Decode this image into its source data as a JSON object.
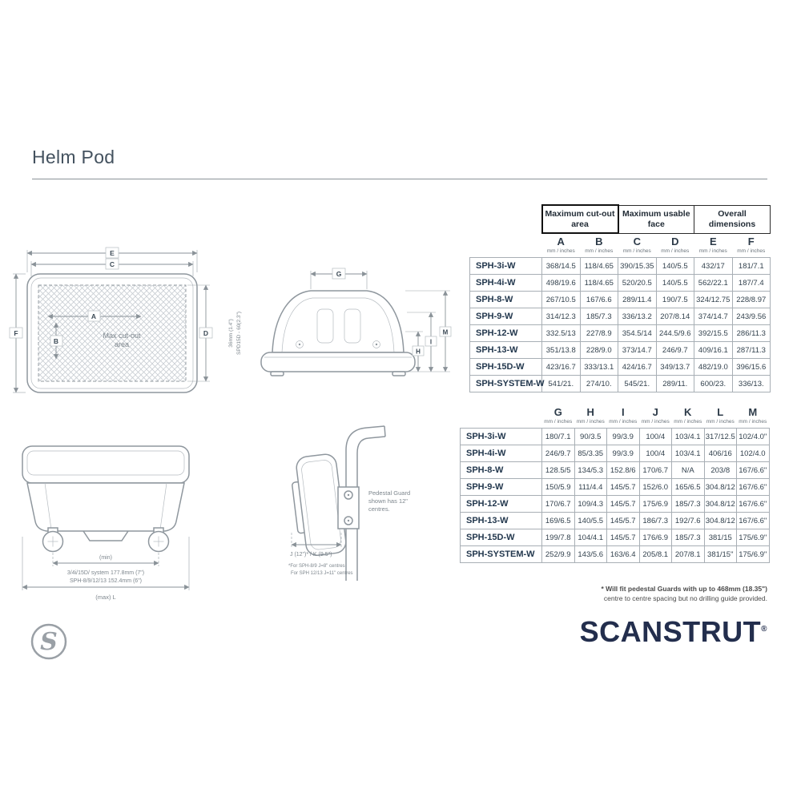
{
  "page": {
    "title": "Helm Pod",
    "brand": "SCANSTRUT",
    "brand_mark": "®",
    "footnote_line1": "* Will fit pedestal Guards with up to 468mm (18.35\")",
    "footnote_line2": "centre to centre spacing but no drilling guide provided."
  },
  "table1": {
    "group_headers": [
      "Maximum cut-out area",
      "Maximum usable face",
      "Overall dimensions"
    ],
    "columns": [
      "A",
      "B",
      "C",
      "D",
      "E",
      "F"
    ],
    "unit": "mm / inches",
    "rows": [
      {
        "model": "SPH-3i-W",
        "values": [
          "368/14.5",
          "118/4.65",
          "390/15.35",
          "140/5.5",
          "432/17",
          "181/7.1"
        ]
      },
      {
        "model": "SPH-4i-W",
        "values": [
          "498/19.6",
          "118/4.65",
          "520/20.5",
          "140/5.5",
          "562/22.1",
          "187/7.4"
        ]
      },
      {
        "model": "SPH-8-W",
        "values": [
          "267/10.5",
          "167/6.6",
          "289/11.4",
          "190/7.5",
          "324/12.75",
          "228/8.97"
        ]
      },
      {
        "model": "SPH-9-W",
        "values": [
          "314/12.3",
          "185/7.3",
          "336/13.2",
          "207/8.14",
          "374/14.7",
          "243/9.56"
        ]
      },
      {
        "model": "SPH-12-W",
        "values": [
          "332.5/13",
          "227/8.9",
          "354.5/14",
          "244.5/9.6",
          "392/15.5",
          "286/11.3"
        ]
      },
      {
        "model": "SPH-13-W",
        "values": [
          "351/13.8",
          "228/9.0",
          "373/14.7",
          "246/9.7",
          "409/16.1",
          "287/11.3"
        ]
      },
      {
        "model": "SPH-15D-W",
        "values": [
          "423/16.7",
          "333/13.1",
          "424/16.7",
          "349/13.7",
          "482/19.0",
          "396/15.6"
        ]
      },
      {
        "model": "SPH-SYSTEM-W",
        "values": [
          "541/21.",
          "274/10.",
          "545/21.",
          "289/11.",
          "600/23.",
          "336/13."
        ]
      }
    ]
  },
  "table2": {
    "columns": [
      "G",
      "H",
      "I",
      "J",
      "K",
      "L",
      "M"
    ],
    "unit": "mm / inches",
    "rows": [
      {
        "model": "SPH-3i-W",
        "values": [
          "180/7.1",
          "90/3.5",
          "99/3.9",
          "100/4",
          "103/4.1",
          "317/12.5",
          "102/4.0\""
        ]
      },
      {
        "model": "SPH-4i-W",
        "values": [
          "246/9.7",
          "85/3.35",
          "99/3.9",
          "100/4",
          "103/4.1",
          "406/16",
          "102/4.0"
        ]
      },
      {
        "model": "SPH-8-W",
        "values": [
          "128.5/5",
          "134/5.3",
          "152.8/6",
          "170/6.7",
          "N/A",
          "203/8",
          "167/6.6\""
        ]
      },
      {
        "model": "SPH-9-W",
        "values": [
          "150/5.9",
          "111/4.4",
          "145/5.7",
          "152/6.0",
          "165/6.5",
          "304.8/12",
          "167/6.6\""
        ]
      },
      {
        "model": "SPH-12-W",
        "values": [
          "170/6.7",
          "109/4.3",
          "145/5.7",
          "175/6.9",
          "185/7.3",
          "304.8/12",
          "167/6.6\""
        ]
      },
      {
        "model": "SPH-13-W",
        "values": [
          "169/6.5",
          "140/5.5",
          "145/5.7",
          "186/7.3",
          "192/7.6",
          "304.8/12",
          "167/6.6\""
        ]
      },
      {
        "model": "SPH-15D-W",
        "values": [
          "199/7.8",
          "104/4.1",
          "145/5.7",
          "176/6.9",
          "185/7.3",
          "381/15",
          "175/6.9\""
        ]
      },
      {
        "model": "SPH-SYSTEM-W",
        "values": [
          "252/9.9",
          "143/5.6",
          "163/6.4",
          "205/8.1",
          "207/8.1",
          "381/15\"",
          "175/6.9\""
        ]
      }
    ]
  },
  "drawings": {
    "front_view": {
      "center_text_line1": "Max cut-out",
      "center_text_line2": "area",
      "dim_a": "A",
      "dim_b": "B",
      "dim_c": "C",
      "dim_d": "D",
      "dim_e": "E",
      "dim_f": "F"
    },
    "side_view": {
      "dim_g": "G",
      "dim_h": "H",
      "dim_i": "I",
      "dim_m": "M",
      "rotated_text_line1": "36mm (1.4\")",
      "rotated_text_line2": "SPD15D - 60(2.3\")"
    },
    "rear_view": {
      "min_label": "(min)",
      "spacing_line1": "3/4i/15D/ system 177.8mm (7\")",
      "spacing_line2": "SPH-8/9/12/13 152.4mm (6\")",
      "max_label": "(max) L"
    },
    "pedestal_view": {
      "note_line1": "Pedestal Guard",
      "note_line2": "shown has 12\"",
      "note_line3": "centres.",
      "dim_label": "J (12\")* / K (9.5\")",
      "footnote_line1": "*For SPH-8/9 J=8\" centres",
      "footnote_line2": "For SPH 12/13 J=11\" centres"
    }
  }
}
